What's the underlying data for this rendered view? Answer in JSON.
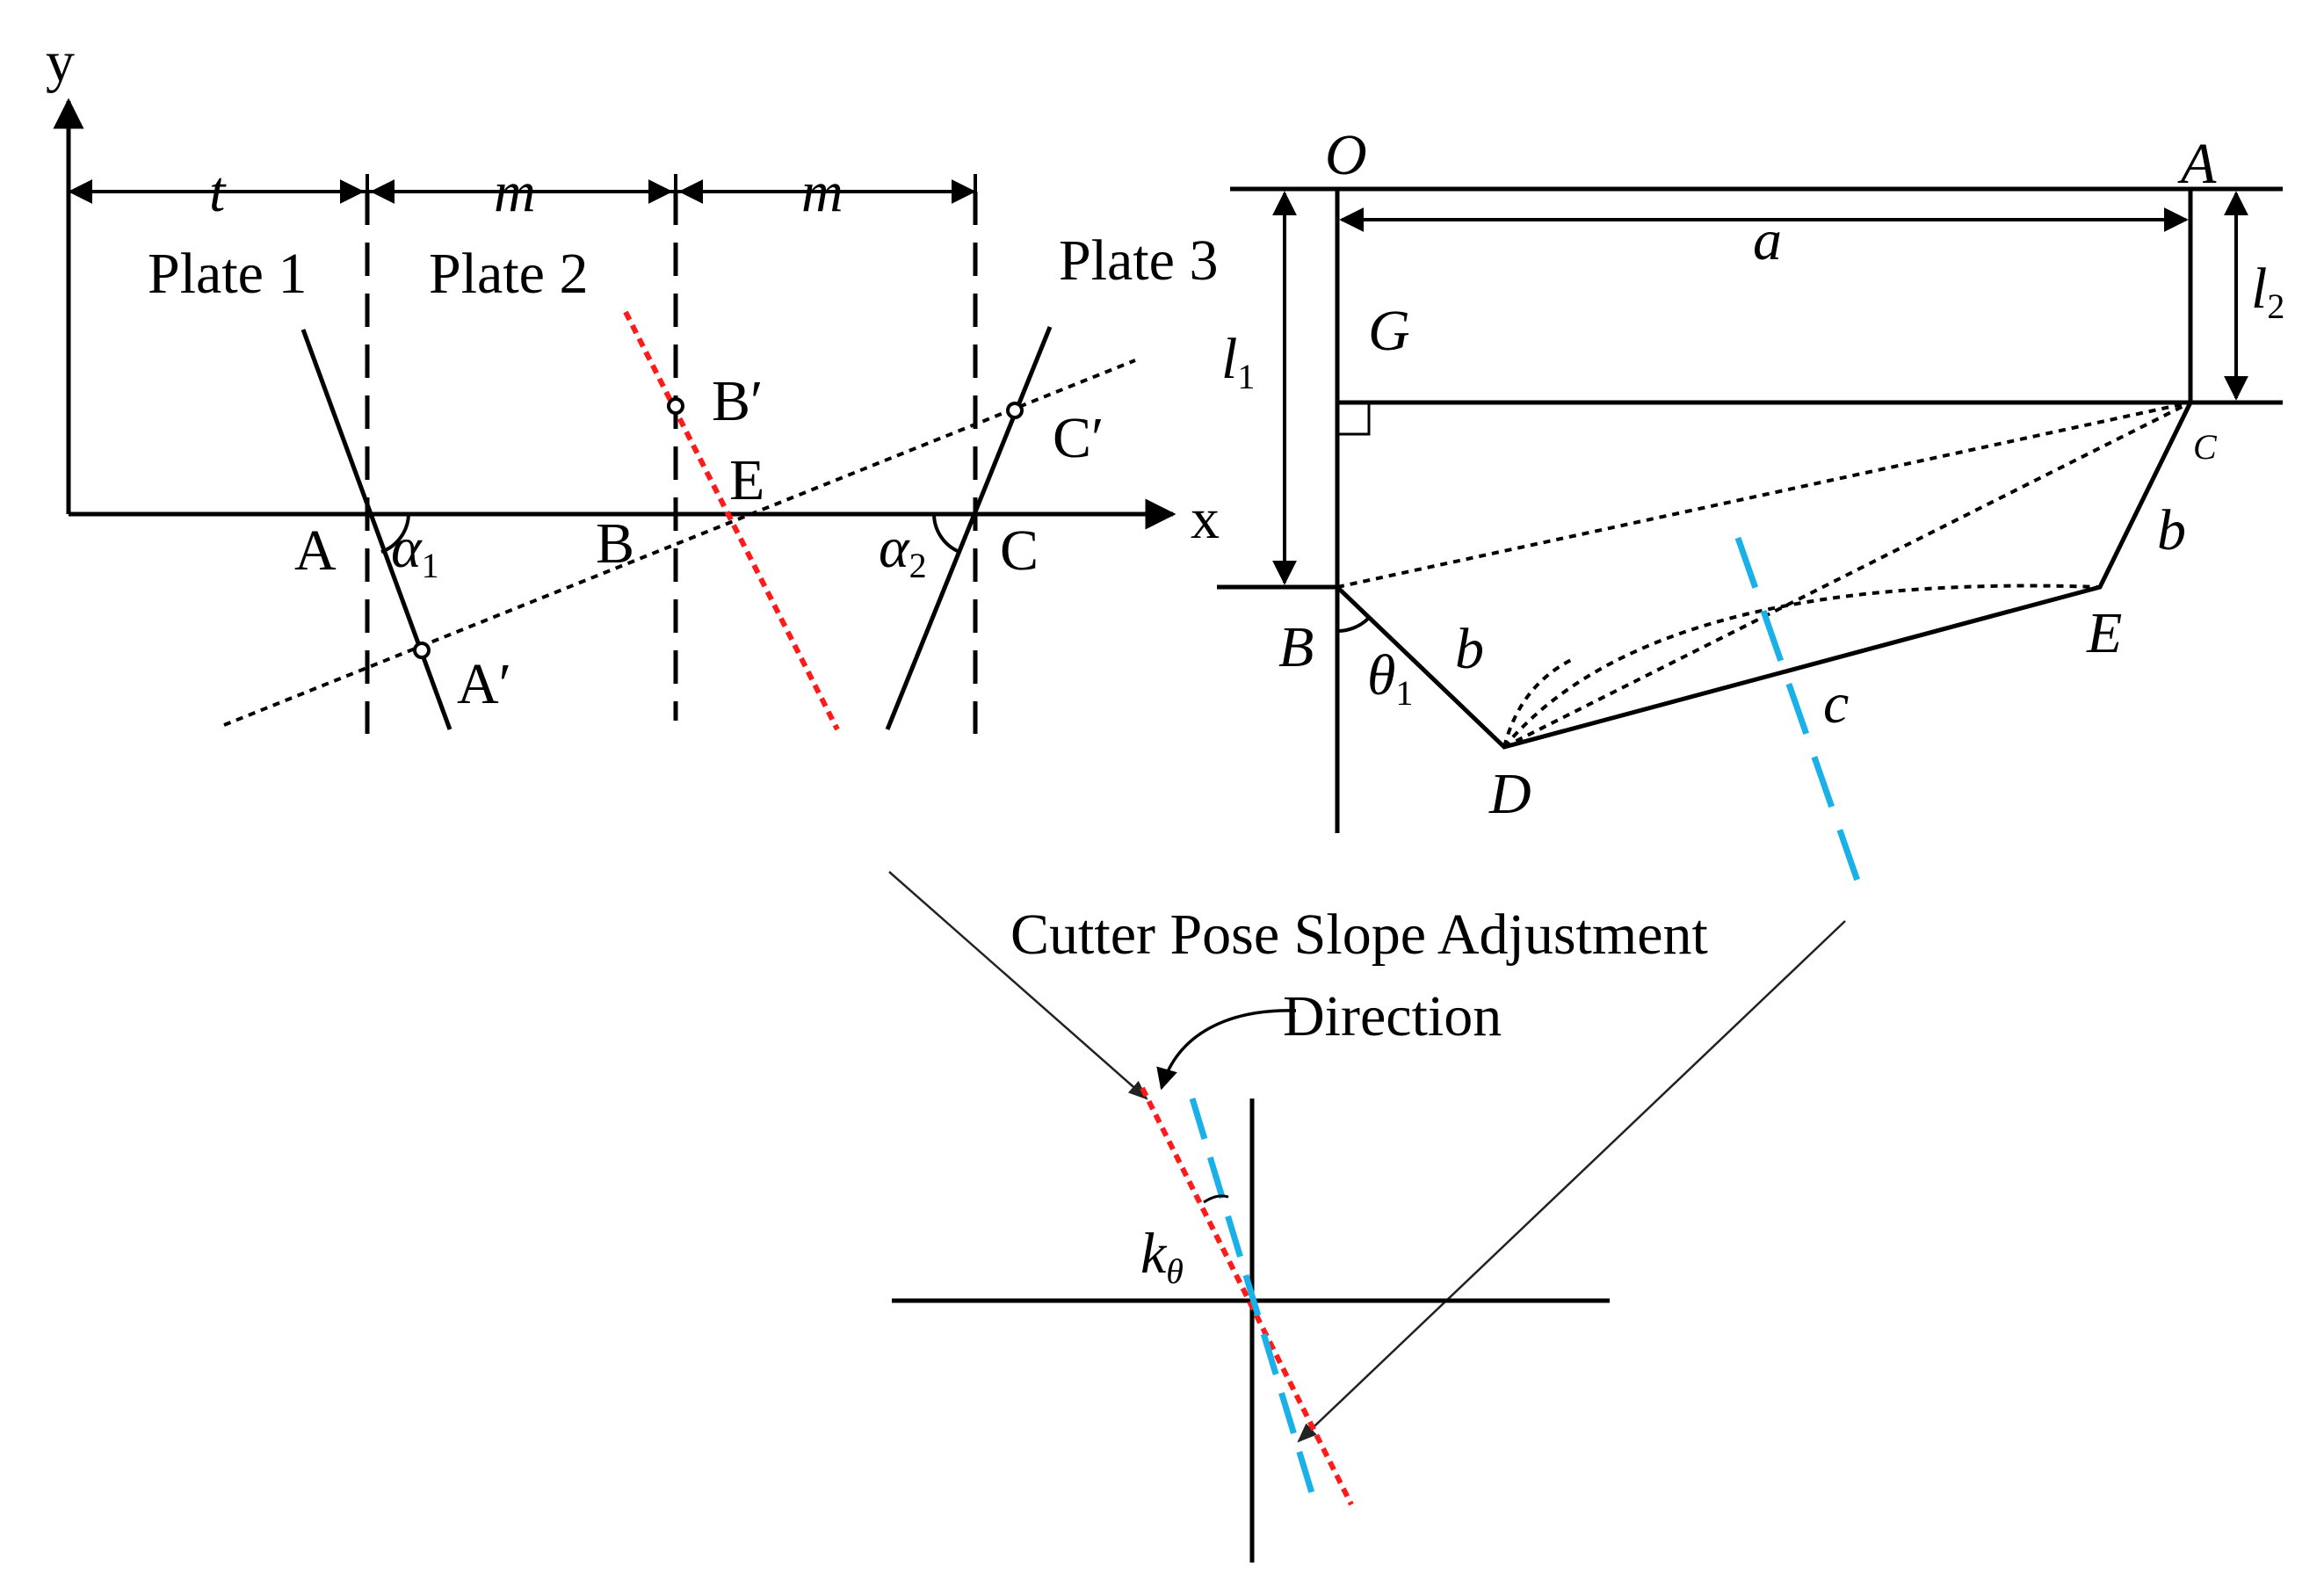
{
  "colors": {
    "ink": "#000000",
    "red_line": "#ff1a1a",
    "cyan_line": "#1ab0e8",
    "thin_arrow": "#555555",
    "background": "#ffffff"
  },
  "left_panel": {
    "axis_y": "y",
    "axis_x": "x",
    "dim_t": "t",
    "dim_m1": "m",
    "dim_m2": "m",
    "plate1": "Plate 1",
    "plate2": "Plate 2",
    "plate3": "Plate 3",
    "point_A": "A",
    "point_B": "B",
    "point_C": "C",
    "point_E": "E",
    "point_A_prime": "A′",
    "point_B_prime": "B′",
    "point_C_prime": "C′",
    "angle_alpha1": {
      "sym": "α",
      "sub": "1"
    },
    "angle_alpha2": {
      "sym": "α",
      "sub": "2"
    }
  },
  "right_panel": {
    "point_O": "O",
    "point_A": "A",
    "point_G": "G",
    "point_B": "B",
    "point_C": "C",
    "point_D": "D",
    "point_E": "E",
    "len_a": "a",
    "len_b_left": "b",
    "len_b_right": "b",
    "len_c": "c",
    "len_l1": {
      "sym": "l",
      "sub": "1"
    },
    "len_l2": {
      "sym": "l",
      "sub": "2"
    },
    "angle_theta1": {
      "sym": "θ",
      "sub": "1"
    }
  },
  "bottom_panel": {
    "caption_line1": "Cutter Pose Slope Adjustment",
    "caption_line2": "Direction",
    "slope_label": {
      "sym": "k",
      "sub": "θ"
    }
  }
}
